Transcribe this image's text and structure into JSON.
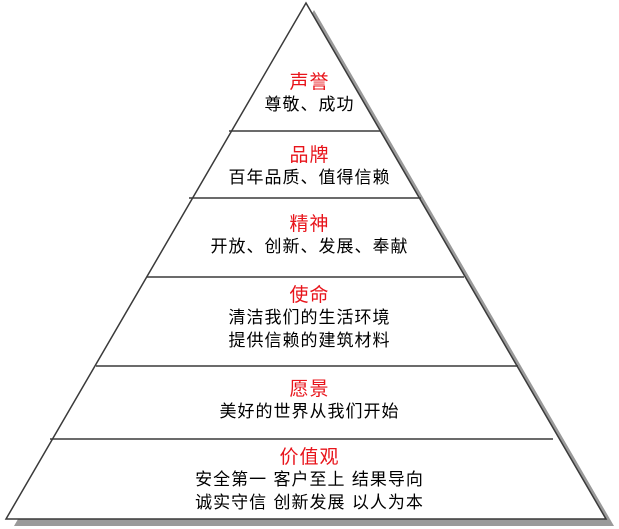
{
  "colors": {
    "title": "#e8141b",
    "text": "#000000",
    "outline": "#3a3a3a",
    "shadow": "#9a9a9a",
    "fill": "#ffffff"
  },
  "tiers": [
    {
      "title": "声誉",
      "lines": [
        "尊敬、成功"
      ]
    },
    {
      "title": "品牌",
      "lines": [
        "百年品质、值得信赖"
      ]
    },
    {
      "title": "精神",
      "lines": [
        "开放、创新、发展、奉献"
      ]
    },
    {
      "title": "使命",
      "lines": [
        "清洁我们的生活环境",
        "提供信赖的建筑材料"
      ]
    },
    {
      "title": "愿景",
      "lines": [
        "美好的世界从我们开始"
      ]
    },
    {
      "title": "价值观",
      "lines": [
        "安全第一 客户至上 结果导向",
        "诚实守信 创新发展 以人为本"
      ]
    }
  ]
}
